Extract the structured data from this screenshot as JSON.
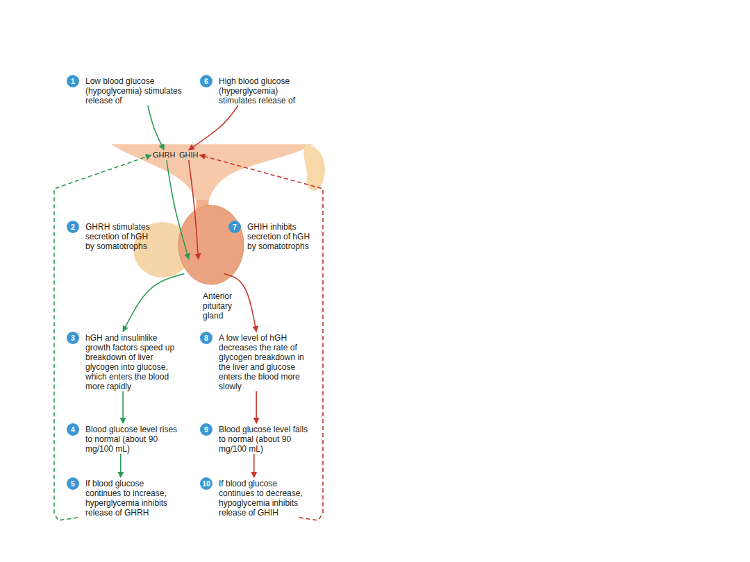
{
  "diagram": {
    "nodes": [
      {
        "text": [
          "1",
          "Low blood glucose (hypoglycemia) stimulates release of"
        ]
      },
      {
        "text": [
          "6",
          "High blood glucose (hyperglycemia) stimulates release of"
        ]
      },
      {
        "text": [
          "GHRH"
        ]
      },
      {
        "text": [
          "GHIH"
        ]
      },
      {
        "text": [
          "2",
          "GHRH stimulates secretion of hGH by somatotrophs"
        ]
      },
      {
        "text": [
          "7",
          "GHIH inhibits secretion of hGH by somatotrophs"
        ]
      },
      {
        "text": [
          "Anterior pituitary gland"
        ]
      },
      {
        "text": [
          "3",
          "hGH and insulinlike growth factors speed up breakdown of liver glycogen into glucose, which enters the blood more rapidly"
        ]
      },
      {
        "text": [
          "8",
          "A low level of hGH decreases the rate of glycogen breakdown in the liver and glucose enters the blood more slowly"
        ]
      },
      {
        "text": [
          "4",
          "Blood glucose level rises to normal (about 90 mg/100 mL)"
        ]
      },
      {
        "text": [
          "9",
          "Blood glucose level falls to normal (about 90 mg/100 mL)"
        ]
      },
      {
        "text": [
          "5",
          "If blood glucose continues to increase, hyperglycemia inhibits release of GHRH"
        ]
      },
      {
        "text": [
          "10",
          "If blood glucose continues to decrease, hypoglycemia inhibits release of GHIH"
        ]
      }
    ],
    "edges": [
      {
        "from": 0,
        "to": 2,
        "arrow": "to"
      },
      {
        "from": 1,
        "to": 3,
        "arrow": "to"
      },
      {
        "from": 2,
        "to": 6,
        "arrow": "to"
      },
      {
        "from": 3,
        "to": 6,
        "arrow": "to"
      },
      {
        "from": 6,
        "to": 7,
        "arrow": "to"
      },
      {
        "from": 6,
        "to": 8,
        "arrow": "to"
      },
      {
        "from": 7,
        "to": 9,
        "arrow": "to"
      },
      {
        "from": 8,
        "to": 10,
        "arrow": "to"
      },
      {
        "from": 9,
        "to": 11,
        "arrow": "to"
      },
      {
        "from": 10,
        "to": 12,
        "arrow": "to"
      },
      {
        "from": 11,
        "to": 2,
        "arrow": "to"
      },
      {
        "from": 12,
        "to": 3,
        "arrow": "to"
      }
    ]
  }
}
